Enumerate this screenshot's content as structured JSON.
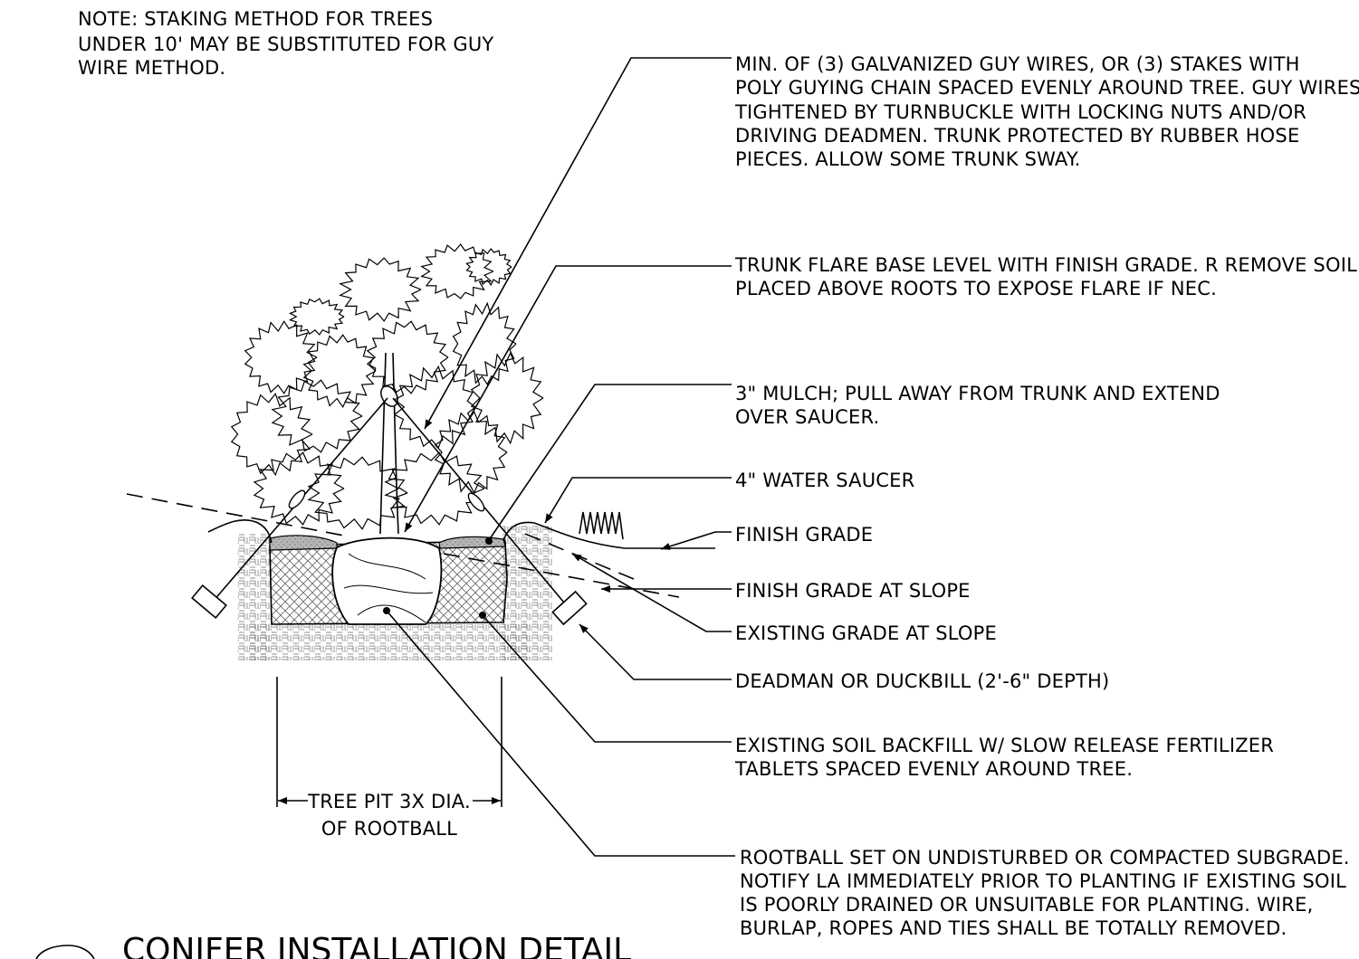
{
  "note": {
    "lines": [
      "NOTE:  STAKING METHOD FOR TREES",
      "UNDER 10' MAY BE SUBSTITUTED FOR GUY",
      "WIRE METHOD."
    ]
  },
  "callouts": [
    {
      "id": "guy-wires",
      "lines": [
        "MIN. OF (3) GALVANIZED GUY WIRES, OR (3) STAKES WITH",
        "POLY GUYING CHAIN SPACED EVENLY AROUND TREE. GUY WIRES",
        "TIGHTENED BY TURNBUCKLE WITH LOCKING NUTS AND/OR",
        "DRIVING DEADMEN.  TRUNK PROTECTED BY RUBBER HOSE",
        "PIECES.  ALLOW SOME TRUNK SWAY."
      ]
    },
    {
      "id": "trunk-flare",
      "lines": [
        "TRUNK FLARE BASE LEVEL WITH FINISH GRADE. R REMOVE SOIL",
        "PLACED ABOVE ROOTS TO EXPOSE FLARE IF NEC."
      ]
    },
    {
      "id": "mulch",
      "lines": [
        "3\" MULCH; PULL AWAY FROM TRUNK AND EXTEND",
        "OVER SAUCER."
      ]
    },
    {
      "id": "water-saucer",
      "lines": [
        "4\" WATER SAUCER"
      ]
    },
    {
      "id": "finish-grade",
      "lines": [
        "FINISH GRADE"
      ]
    },
    {
      "id": "finish-grade-slope",
      "lines": [
        "FINISH GRADE AT SLOPE"
      ]
    },
    {
      "id": "existing-grade-slope",
      "lines": [
        "EXISTING GRADE AT SLOPE"
      ]
    },
    {
      "id": "deadman",
      "lines": [
        "DEADMAN OR DUCKBILL (2'-6\" DEPTH)"
      ]
    },
    {
      "id": "backfill",
      "lines": [
        "EXISTING SOIL BACKFILL W/ SLOW RELEASE FERTILIZER",
        "TABLETS SPACED EVENLY AROUND TREE."
      ]
    },
    {
      "id": "rootball",
      "lines": [
        "ROOTBALL SET ON UNDISTURBED OR COMPACTED SUBGRADE.",
        "NOTIFY LA IMMEDIATELY PRIOR TO PLANTING IF EXISTING SOIL",
        "IS POORLY DRAINED OR UNSUITABLE FOR PLANTING.  WIRE,",
        "BURLAP, ROPES AND TIES SHALL BE TOTALLY REMOVED."
      ]
    }
  ],
  "dimension": {
    "lines": [
      "TREE PIT 3X DIA.",
      "OF ROOTBALL"
    ]
  },
  "title": "CONIFER INSTALLATION DETAIL"
}
